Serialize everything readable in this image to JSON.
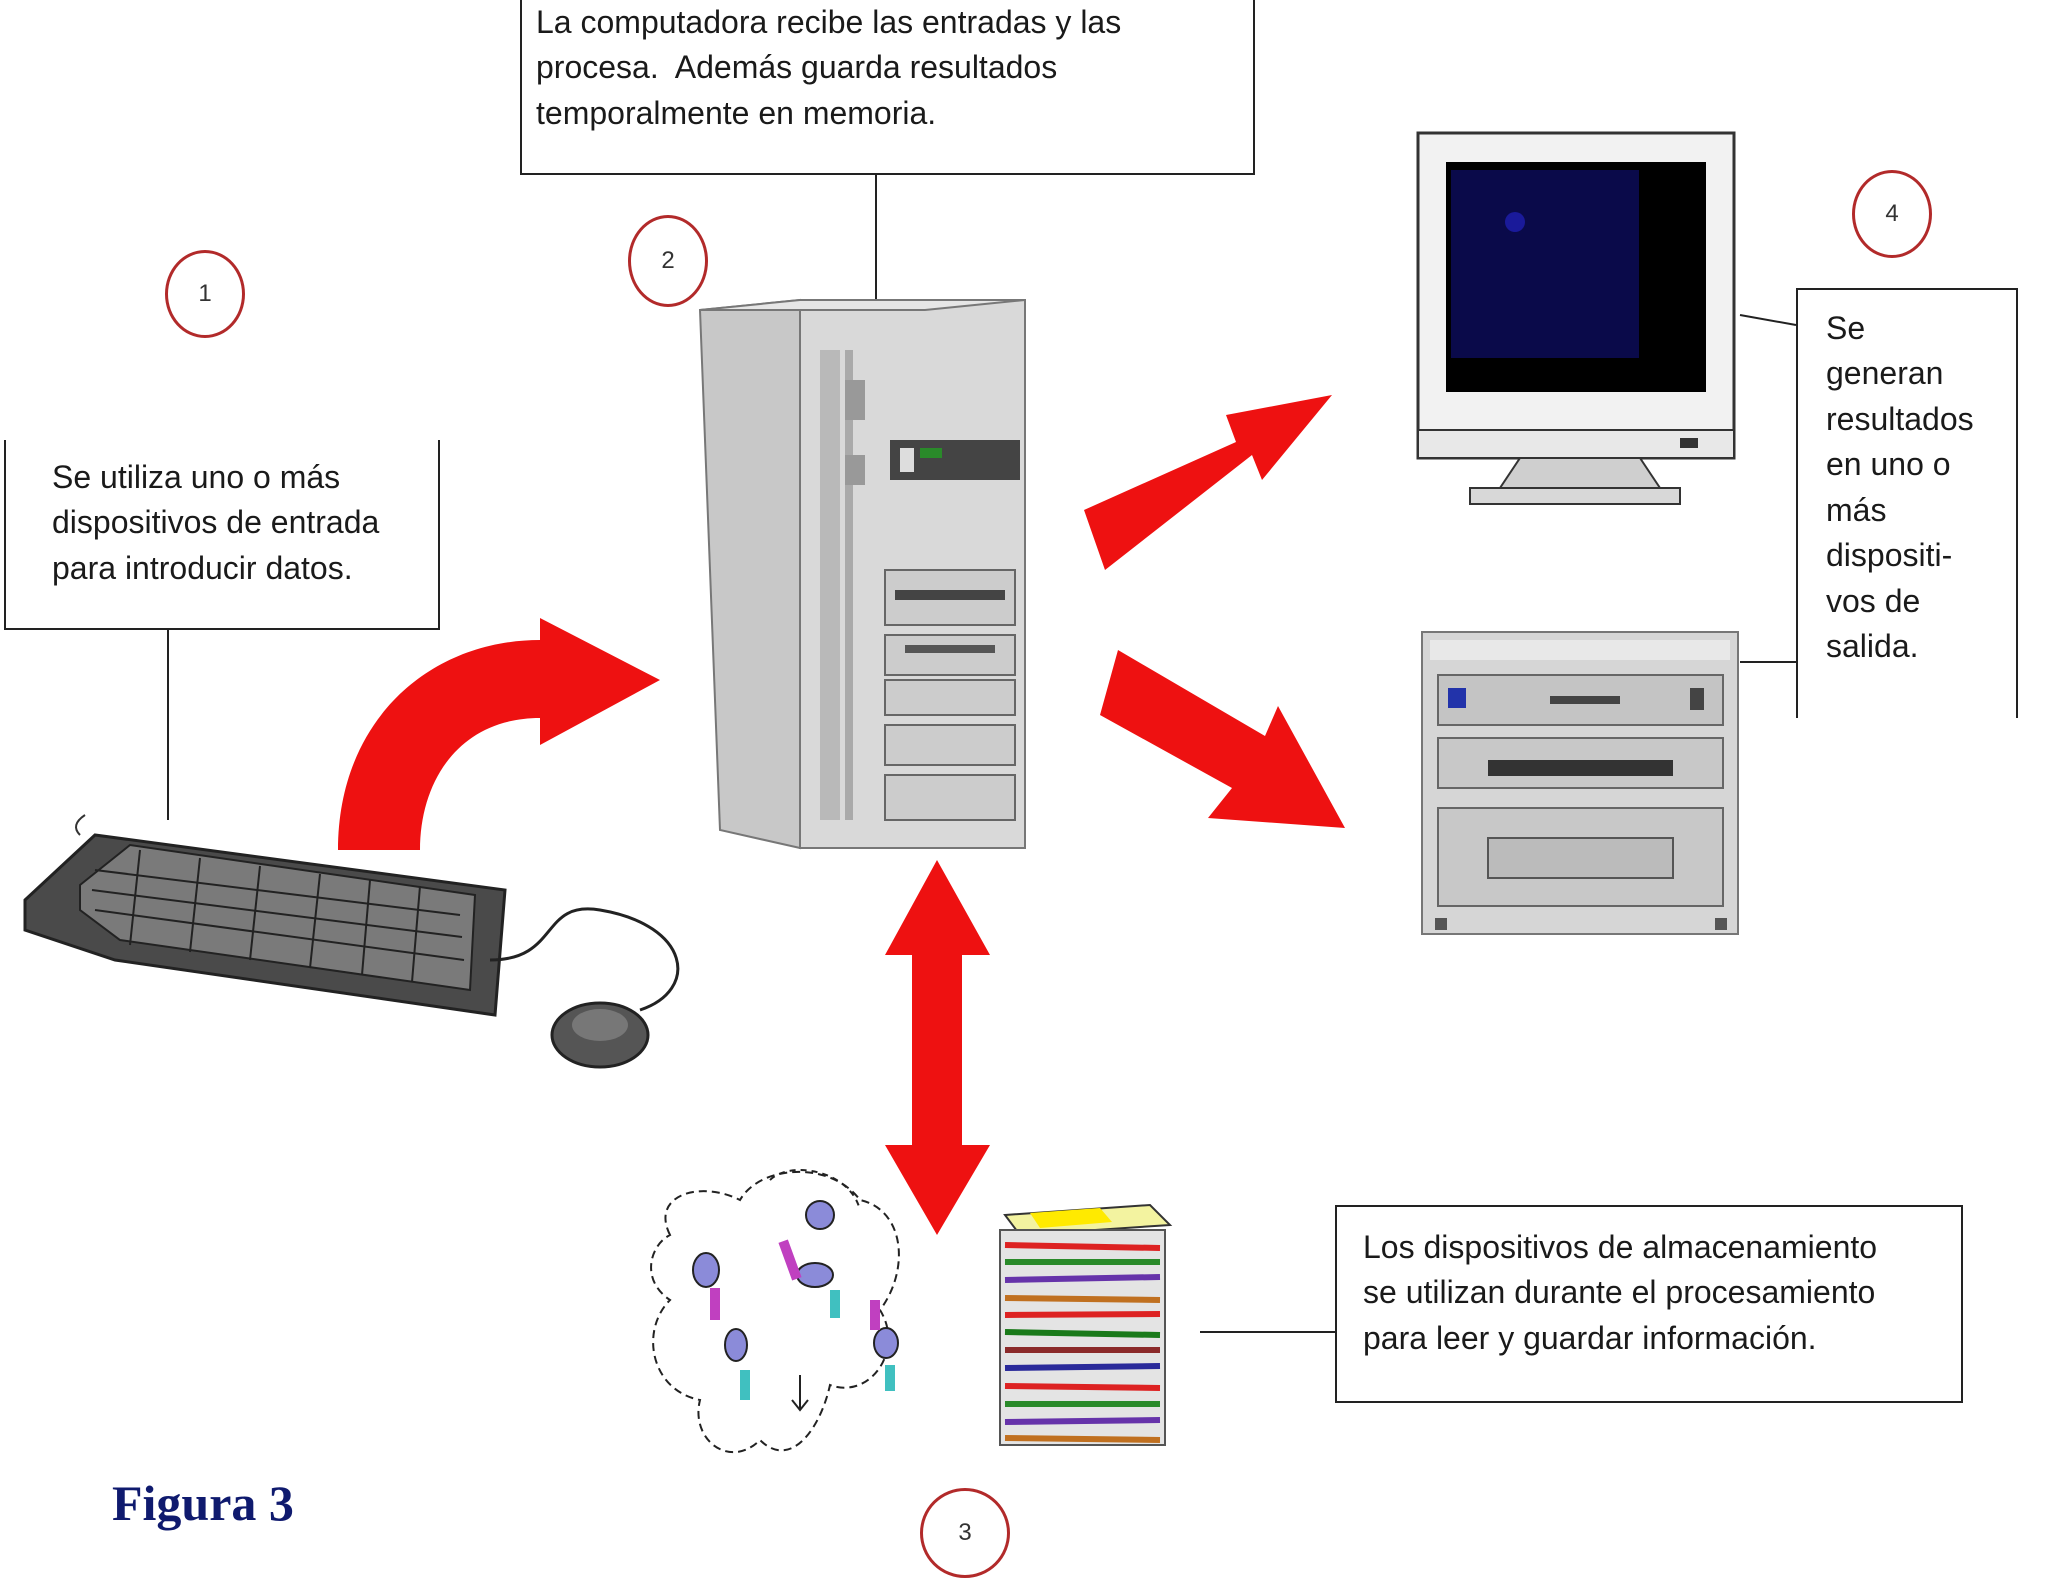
{
  "diagram": {
    "processing_box": {
      "lines": [
        "La computadora recibe las entradas y las",
        "procesa.  Además guarda resultados",
        "temporalmente en memoria."
      ]
    },
    "input_box": {
      "lines": [
        "Se utiliza uno o más",
        "dispositivos de entrada",
        "para introducir datos."
      ]
    },
    "output_box": {
      "lines": [
        "Se",
        "generan",
        "resultados",
        "en uno o",
        "más",
        "dispositi-",
        "vos de",
        "salida."
      ]
    },
    "storage_box": {
      "lines": [
        "Los dispositivos de almacenamiento",
        "se utilizan durante el procesamiento",
        "para leer y guardar información."
      ]
    },
    "step_numbers": [
      "1",
      "2",
      "3",
      "4"
    ],
    "caption": "Figura 3",
    "colors": {
      "arrow": "#ee1111",
      "circle_border": "#b22a2a",
      "caption": "#0f1a6e",
      "screen": "#0a0a4a"
    },
    "icons": [
      "keyboard-icon",
      "mouse-icon",
      "tower-computer-icon",
      "monitor-icon",
      "printer-icon",
      "diskettes-icon",
      "paper-stack-icon"
    ]
  }
}
